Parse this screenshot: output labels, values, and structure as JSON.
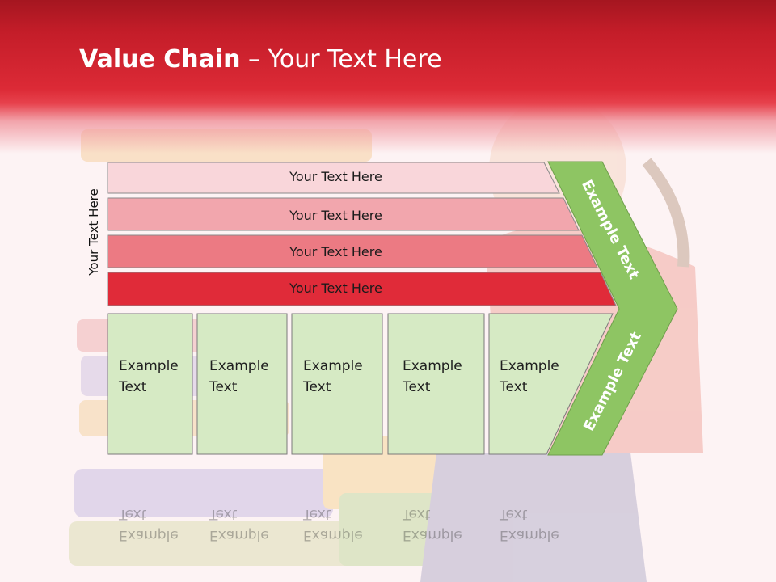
{
  "title": {
    "bold": "Value Chain",
    "rest": " – Your Text Here"
  },
  "side_label": "Your Text Here",
  "bands": [
    {
      "label": "Your Text Here",
      "color": "#f9d6da"
    },
    {
      "label": "Your Text Here",
      "color": "#f2a6ad"
    },
    {
      "label": "Your Text Here",
      "color": "#ec7a83"
    },
    {
      "label": "Your Text Here",
      "color": "#e02b39"
    }
  ],
  "boxes": [
    {
      "line1": "Example",
      "line2": "Text"
    },
    {
      "line1": "Example",
      "line2": "Text"
    },
    {
      "line1": "Example",
      "line2": "Text"
    },
    {
      "line1": "Example",
      "line2": "Text"
    },
    {
      "line1": "Example",
      "line2": "Text"
    }
  ],
  "chevron": {
    "upper": "Example Text",
    "lower": "Example Text",
    "color": "#8ec563"
  },
  "colors": {
    "header": "#c41d29",
    "box_fill": "#d6eac4",
    "box_border": "#7a7a7a"
  }
}
